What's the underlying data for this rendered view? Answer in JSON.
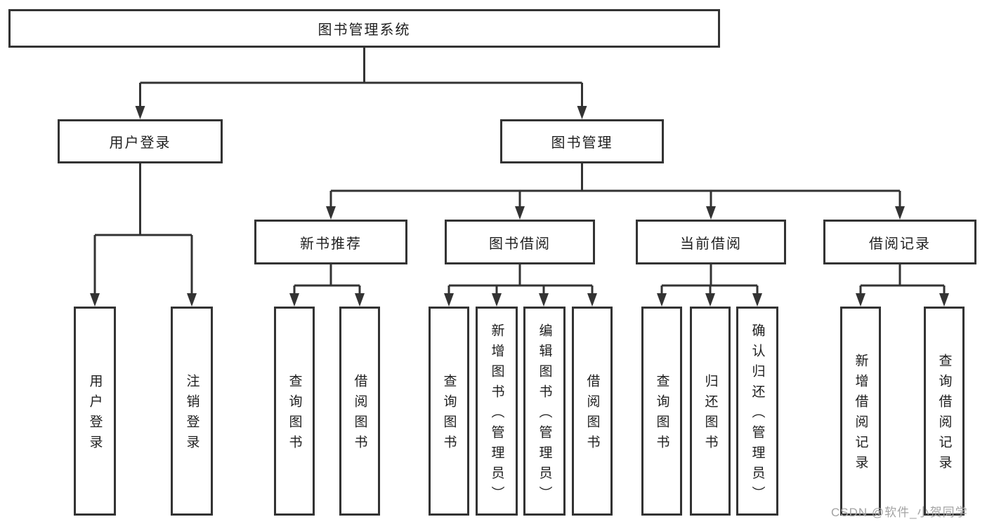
{
  "watermark": "CSDN @软件_小贺同学",
  "colors": {
    "line": "#333333",
    "box_border": "#333333",
    "text": "#1f1f1f",
    "watermark": "#a3a3a3",
    "background": "#ffffff"
  },
  "tree": {
    "root": {
      "label": "图书管理系统"
    },
    "branches": [
      {
        "label": "用户登录",
        "children": [
          {
            "label": "用户登录"
          },
          {
            "label": "注销登录"
          }
        ]
      },
      {
        "label": "图书管理",
        "children": [
          {
            "label": "新书推荐",
            "children": [
              {
                "label": "查询图书"
              },
              {
                "label": "借阅图书"
              }
            ]
          },
          {
            "label": "图书借阅",
            "children": [
              {
                "label": "查询图书"
              },
              {
                "label": "新增图书（管理员）"
              },
              {
                "label": "编辑图书（管理员）"
              },
              {
                "label": "借阅图书"
              }
            ]
          },
          {
            "label": "当前借阅",
            "children": [
              {
                "label": "查询图书"
              },
              {
                "label": "归还图书"
              },
              {
                "label": "确认归还（管理员）"
              }
            ]
          },
          {
            "label": "借阅记录",
            "children": [
              {
                "label": "新增借阅记录"
              },
              {
                "label": "查询借阅记录"
              }
            ]
          }
        ]
      }
    ]
  }
}
